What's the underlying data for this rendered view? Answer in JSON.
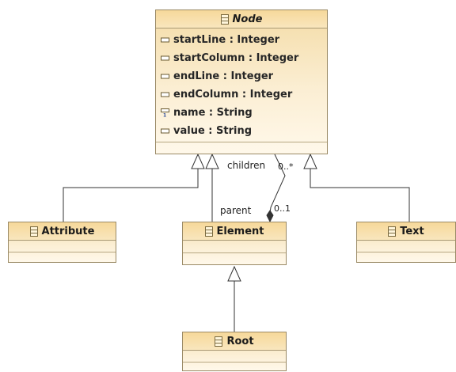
{
  "classes": {
    "node": {
      "name": "Node",
      "attributes": [
        {
          "text": "startLine : Integer",
          "icon": "attribute-icon"
        },
        {
          "text": "startColumn : Integer",
          "icon": "attribute-icon"
        },
        {
          "text": "endLine : Integer",
          "icon": "attribute-icon"
        },
        {
          "text": "endColumn : Integer",
          "icon": "attribute-icon"
        },
        {
          "text": "name : String",
          "icon": "id-attribute-icon"
        },
        {
          "text": "value : String",
          "icon": "attribute-icon"
        }
      ]
    },
    "attribute": {
      "name": "Attribute"
    },
    "element": {
      "name": "Element"
    },
    "text": {
      "name": "Text"
    },
    "root": {
      "name": "Root"
    }
  },
  "relations": {
    "children": {
      "role": "children",
      "multiplicity": "0..*"
    },
    "parent": {
      "role": "parent",
      "multiplicity": "0..1"
    }
  },
  "colors": {
    "box_border": "#9a8a66",
    "fill_top": "#f4dca7",
    "fill_bottom": "#fff8ea",
    "edge": "#333333"
  }
}
